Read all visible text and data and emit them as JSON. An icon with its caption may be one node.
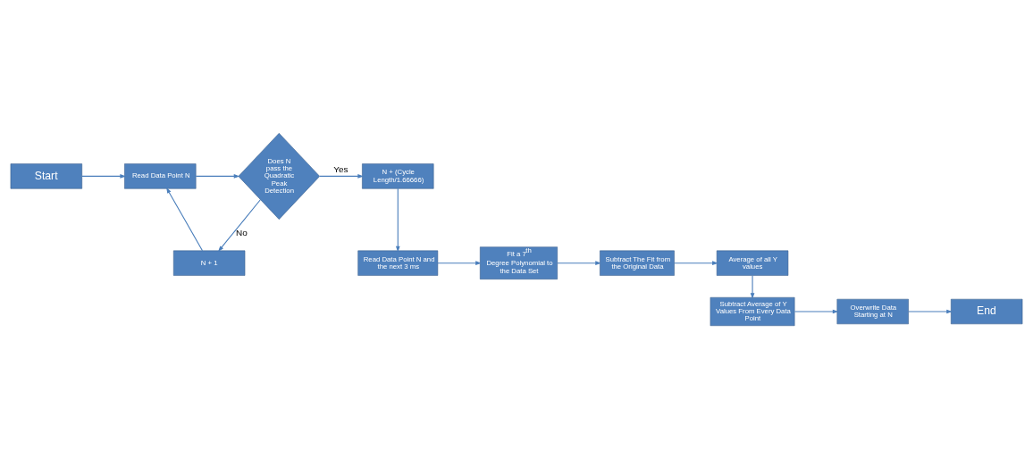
{
  "diagram": {
    "nodes": [
      {
        "text": [
          "Start"
        ]
      },
      {
        "text": [
          "Read Data Point N"
        ]
      },
      {
        "text": [
          "Does N pass the Quadratic Peak Detection"
        ]
      },
      {
        "text": [
          "N + (Cycle Length/1.66666)"
        ]
      },
      {
        "text": [
          "N + 1"
        ]
      },
      {
        "text": [
          "Read Data Point N and the next 3 ms"
        ]
      },
      {
        "text": [
          "Fit a 7$^{th}$ Degree Polynomial to the Data Set"
        ]
      },
      {
        "text": [
          "Subtract The Fit from the Original Data"
        ]
      },
      {
        "text": [
          "Average of all Y values"
        ]
      },
      {
        "text": [
          "Subtract Average of Y Values From Every Data Point"
        ]
      },
      {
        "text": [
          "Overwrite Data Starting at N"
        ]
      },
      {
        "text": [
          "End"
        ]
      }
    ],
    "edges": [
      {
        "from": 0,
        "to": 1,
        "arrow": "to"
      },
      {
        "from": 1,
        "to": 2,
        "arrow": "to"
      },
      {
        "from": 2,
        "to": 3,
        "arrow": "to",
        "label": "Yes"
      },
      {
        "from": 2,
        "to": 4,
        "arrow": "to",
        "label": "No"
      },
      {
        "from": 4,
        "to": 1,
        "arrow": "to"
      },
      {
        "from": 3,
        "to": 5,
        "arrow": "to"
      },
      {
        "from": 5,
        "to": 6,
        "arrow": "to"
      },
      {
        "from": 6,
        "to": 7,
        "arrow": "to"
      },
      {
        "from": 7,
        "to": 8,
        "arrow": "to"
      },
      {
        "from": 8,
        "to": 9,
        "arrow": "to"
      },
      {
        "from": 9,
        "to": 10,
        "arrow": "to"
      },
      {
        "from": 10,
        "to": 11,
        "arrow": "to"
      }
    ]
  }
}
